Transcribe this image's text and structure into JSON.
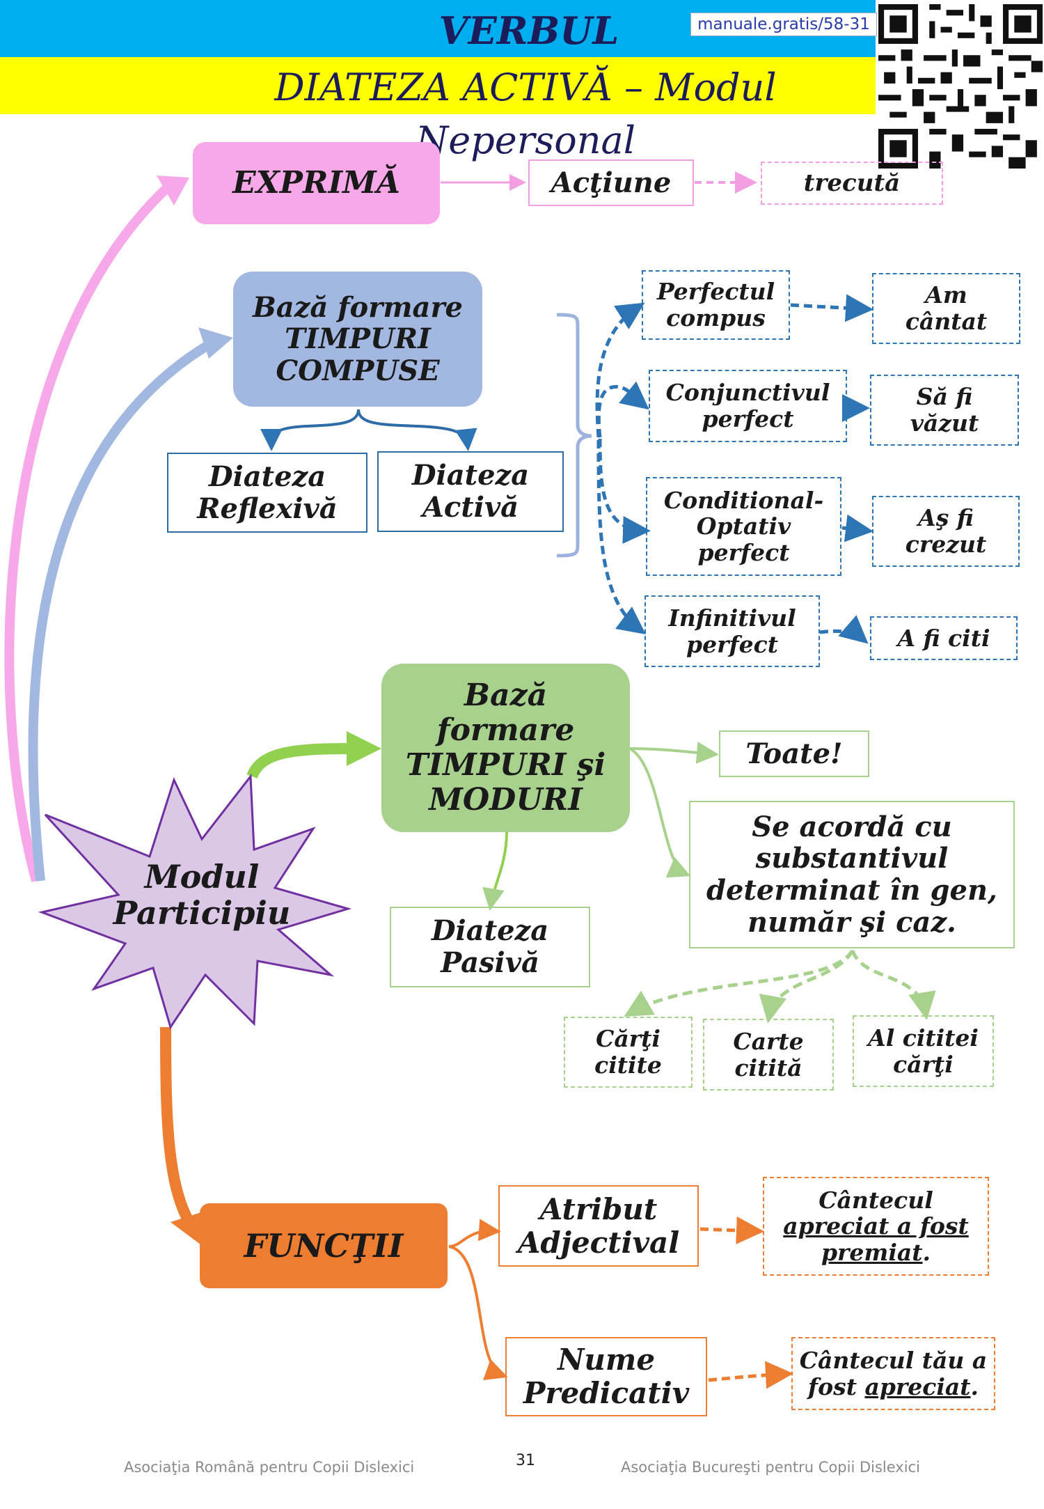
{
  "header": {
    "title": "VERBUL",
    "subtitle": "DIATEZA ACTIVĂ – Modul Nepersonal",
    "url": "manuale.gratis/58-31",
    "qr_icon": "qr-code-icon"
  },
  "center": {
    "label_line1": "Modul",
    "label_line2": "Participiu"
  },
  "exprima": {
    "label": "EXPRIMĂ",
    "actiune": "Acţiune",
    "trecuta": "trecută"
  },
  "timpuri_compuse": {
    "label_line1": "Bază formare",
    "label_line2": "TIMPURI",
    "label_line3": "COMPUSE",
    "reflexiva_line1": "Diateza",
    "reflexiva_line2": "Reflexivă",
    "activa_line1": "Diateza",
    "activa_line2": "Activă",
    "tenses": [
      {
        "name_line1": "Perfectul",
        "name_line2": "compus",
        "example_line1": "Am",
        "example_line2": "cântat"
      },
      {
        "name_line1": "Conjunctivul",
        "name_line2": "perfect",
        "example_line1": "Să fi",
        "example_line2": "văzut"
      },
      {
        "name_line1": "Conditional-",
        "name_line2": "Optativ",
        "name_line3": "perfect",
        "example_line1": "Aş fi",
        "example_line2": "crezut"
      },
      {
        "name_line1": "Infinitivul",
        "name_line2": "perfect",
        "example_line1": "A fi citi"
      }
    ]
  },
  "timpuri_moduri": {
    "label_line1": "Bază",
    "label_line2": "formare",
    "label_line3": "TIMPURI şi",
    "label_line4": "MODURI",
    "toate": "Toate!",
    "acord_line1": "Se acordă cu",
    "acord_line2": "substantivul",
    "acord_line3": "determinat în gen,",
    "acord_line4": "număr şi caz.",
    "pasiva_line1": "Diateza",
    "pasiva_line2": "Pasivă",
    "examples": [
      {
        "line1": "Cărţi",
        "line2": "citite"
      },
      {
        "line1": "Carte",
        "line2": "citită"
      },
      {
        "line1": "Al cititei",
        "line2": "cărţi"
      }
    ]
  },
  "functii": {
    "label": "FUNCŢII",
    "atribut_line1": "Atribut",
    "atribut_line2": "Adjectival",
    "atribut_example_line1": "Cântecul",
    "atribut_example_line2": "apreciat a fost",
    "atribut_example_line3": "premiat",
    "nume_line1": "Nume",
    "nume_line2": "Predicativ",
    "nume_example_line1": "Cântecul tău a",
    "nume_example_line2a": "fost ",
    "nume_example_line2b": "apreciat",
    "period": "."
  },
  "footer": {
    "left": "Asociaţia Română pentru Copii Dislexici",
    "page": "31",
    "right": "Asociaţia Bucureşti pentru Copii Dislexici"
  },
  "colors": {
    "pink": "#f7a8e8",
    "blue": "#a3b8e0",
    "green": "#a9d18e",
    "orange": "#ed7d31",
    "star": "#dbc7e6",
    "header_blue": "#00aeef",
    "header_yellow": "#ffff00"
  }
}
